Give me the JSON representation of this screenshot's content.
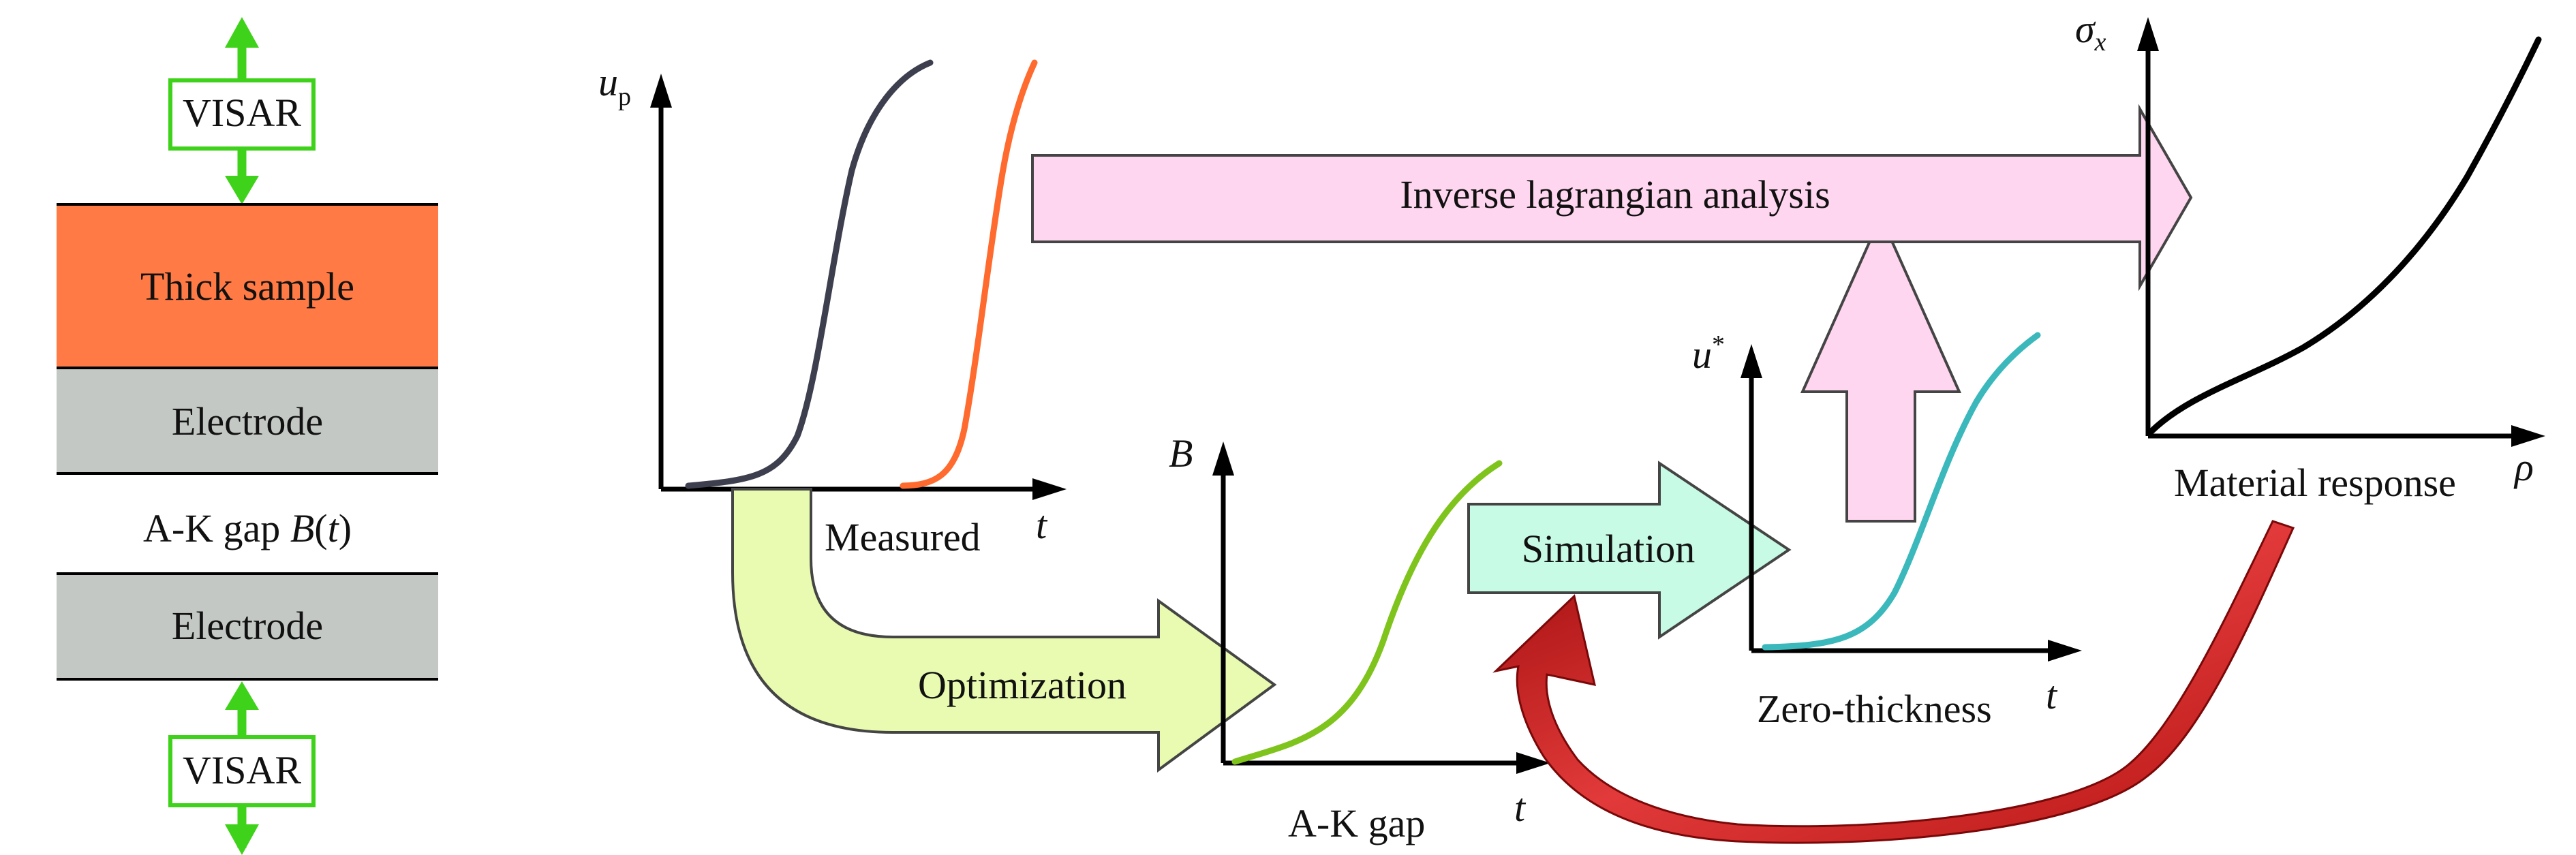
{
  "left_stack": {
    "visar_top": "VISAR",
    "visar_bottom": "VISAR",
    "thick_sample": "Thick sample",
    "electrode_top": "Electrode",
    "gap_prefix": "A-K gap ",
    "gap_symbol": "B",
    "gap_open": "(",
    "gap_var": "t",
    "gap_close": ")",
    "electrode_bottom": "Electrode",
    "colors": {
      "sample": "#ff7a45",
      "electrode": "#c3c8c4",
      "visar": "#3fd21a"
    }
  },
  "measured_panel": {
    "y_symbol": "u",
    "y_subscript": "p",
    "x_symbol": "t",
    "caption": "Measured",
    "curve_colors": [
      "#3d3f4f",
      "#ff6a2e"
    ]
  },
  "gap_panel": {
    "y_symbol": "B",
    "x_symbol": "t",
    "caption": "A-K gap",
    "curve_color": "#7ec41c"
  },
  "zero_panel": {
    "y_symbol": "u",
    "y_superscript": "*",
    "x_symbol": "t",
    "caption": "Zero-thickness",
    "curve_color": "#3ab8bb"
  },
  "material_panel": {
    "y_symbol": "σ",
    "y_subscript": "x",
    "x_symbol": "ρ",
    "caption": "Material response",
    "curve_color": "#000000"
  },
  "arrows": {
    "inverse": "Inverse lagrangian analysis",
    "optimization": "Optimization",
    "simulation": "Simulation",
    "colors": {
      "inverse": "#ffd6ef",
      "optimization": "#e8fbb0",
      "simulation": "#c8fbe6",
      "upward": "#ffd6ef",
      "feedback": "#d62020"
    }
  }
}
